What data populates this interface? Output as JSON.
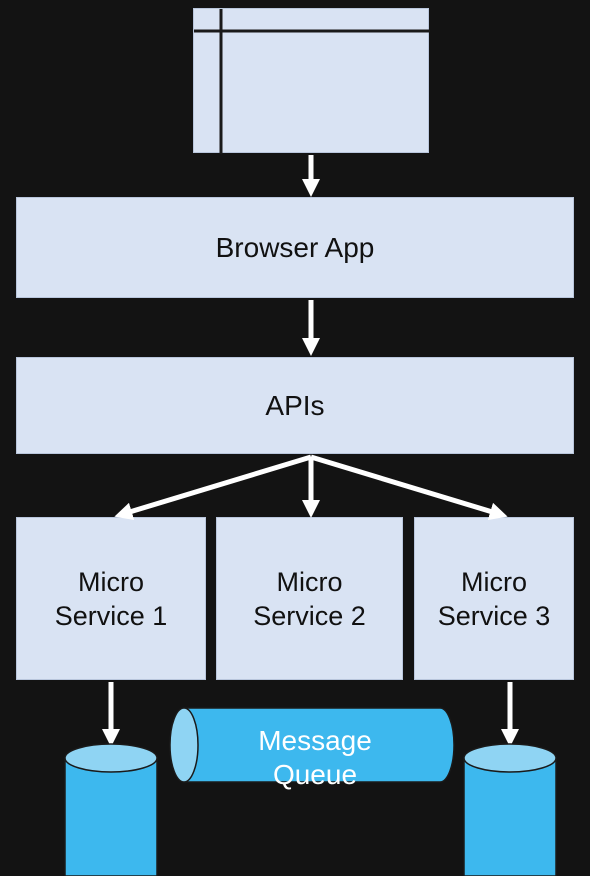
{
  "browser_app": {
    "label": "Browser App"
  },
  "apis": {
    "label": "APIs"
  },
  "services": [
    {
      "line1": "Micro",
      "line2": "Service 1"
    },
    {
      "line1": "Micro",
      "line2": "Service 2"
    },
    {
      "line1": "Micro",
      "line2": "Service 3"
    }
  ],
  "message_queue": {
    "line1": "Message",
    "line2": "Queue"
  },
  "colors": {
    "background": "#131313",
    "box_fill": "#d9e3f3",
    "storage_fill": "#3db8ee",
    "storage_top": "#8fd4f3",
    "arrow": "#ffffff"
  }
}
